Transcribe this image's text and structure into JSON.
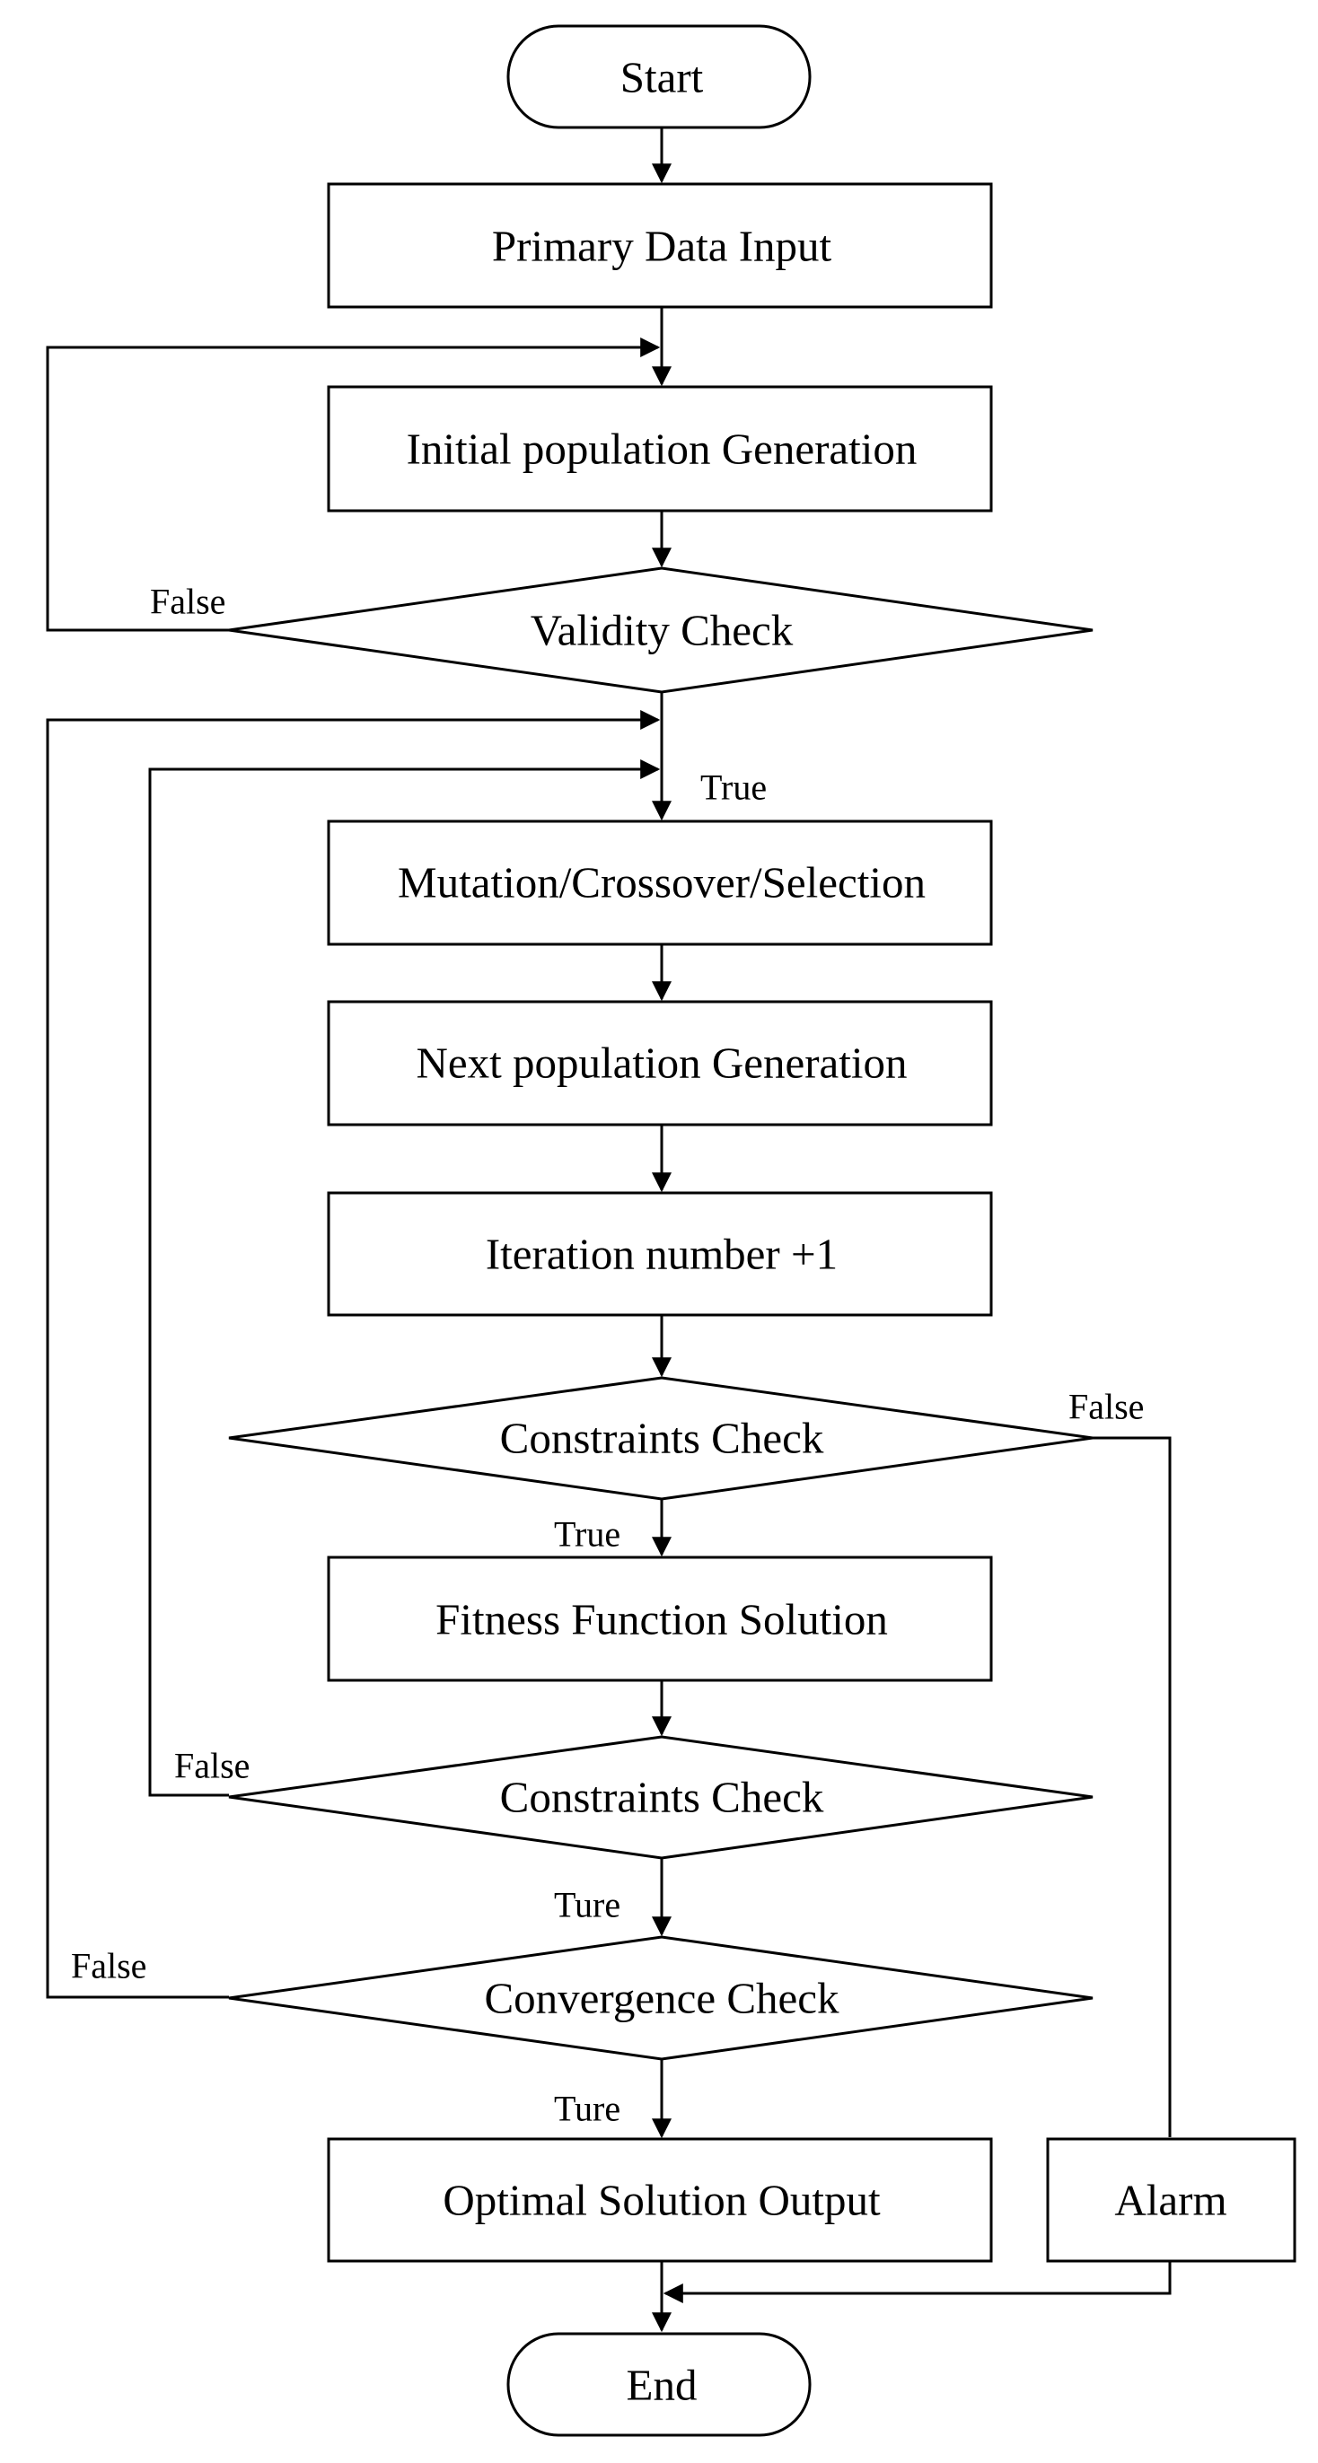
{
  "diagram": {
    "nodes": {
      "start": "Start",
      "primary_data_input": "Primary Data Input",
      "initial_population": "Initial population Generation",
      "validity_check": "Validity Check",
      "mutation": "Mutation/Crossover/Selection",
      "next_population": "Next population Generation",
      "iteration": "Iteration number +1",
      "constraints_check_1": "Constraints Check",
      "fitness_function": "Fitness Function Solution",
      "constraints_check_2": "Constraints Check",
      "convergence_check": "Convergence Check",
      "optimal_output": "Optimal Solution Output",
      "alarm": "Alarm",
      "end": "End"
    },
    "edge_labels": {
      "validity_false": "False",
      "validity_true": "True",
      "constraints1_false": "False",
      "constraints1_true": "True",
      "constraints2_false": "False",
      "constraints2_ture": "Ture",
      "convergence_false": "False",
      "convergence_ture": "Ture"
    },
    "colors": {
      "stroke": "#000000",
      "fill": "#ffffff",
      "text": "#000000"
    }
  }
}
